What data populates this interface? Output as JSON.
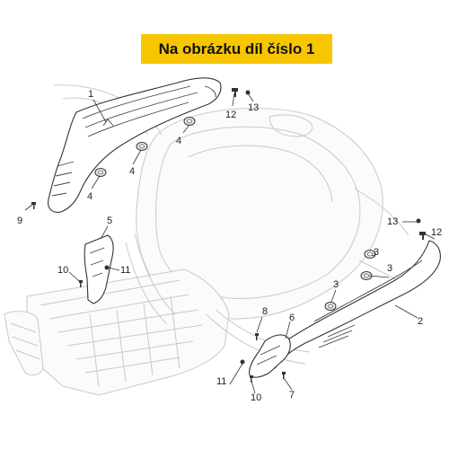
{
  "banner": {
    "text": "Na obrázku díl číslo 1"
  },
  "callouts": [
    {
      "id": "c1",
      "label": "1"
    },
    {
      "id": "c12a",
      "label": "12"
    },
    {
      "id": "c13a",
      "label": "13"
    },
    {
      "id": "c4a",
      "label": "4"
    },
    {
      "id": "c4b",
      "label": "4"
    },
    {
      "id": "c4c",
      "label": "4"
    },
    {
      "id": "c9",
      "label": "9"
    },
    {
      "id": "c5",
      "label": "5"
    },
    {
      "id": "c10a",
      "label": "10"
    },
    {
      "id": "c11a",
      "label": "11"
    },
    {
      "id": "c13b",
      "label": "13"
    },
    {
      "id": "c12b",
      "label": "12"
    },
    {
      "id": "c3a",
      "label": "3"
    },
    {
      "id": "c3b",
      "label": "3"
    },
    {
      "id": "c3c",
      "label": "3"
    },
    {
      "id": "c2",
      "label": "2"
    },
    {
      "id": "c8",
      "label": "8"
    },
    {
      "id": "c6",
      "label": "6"
    },
    {
      "id": "c11b",
      "label": "11"
    },
    {
      "id": "c10b",
      "label": "10"
    },
    {
      "id": "c7",
      "label": "7"
    }
  ],
  "colors": {
    "banner_bg": "#f7c600",
    "ghost_outline": "#c9c9c9",
    "part_outline": "#333333"
  }
}
